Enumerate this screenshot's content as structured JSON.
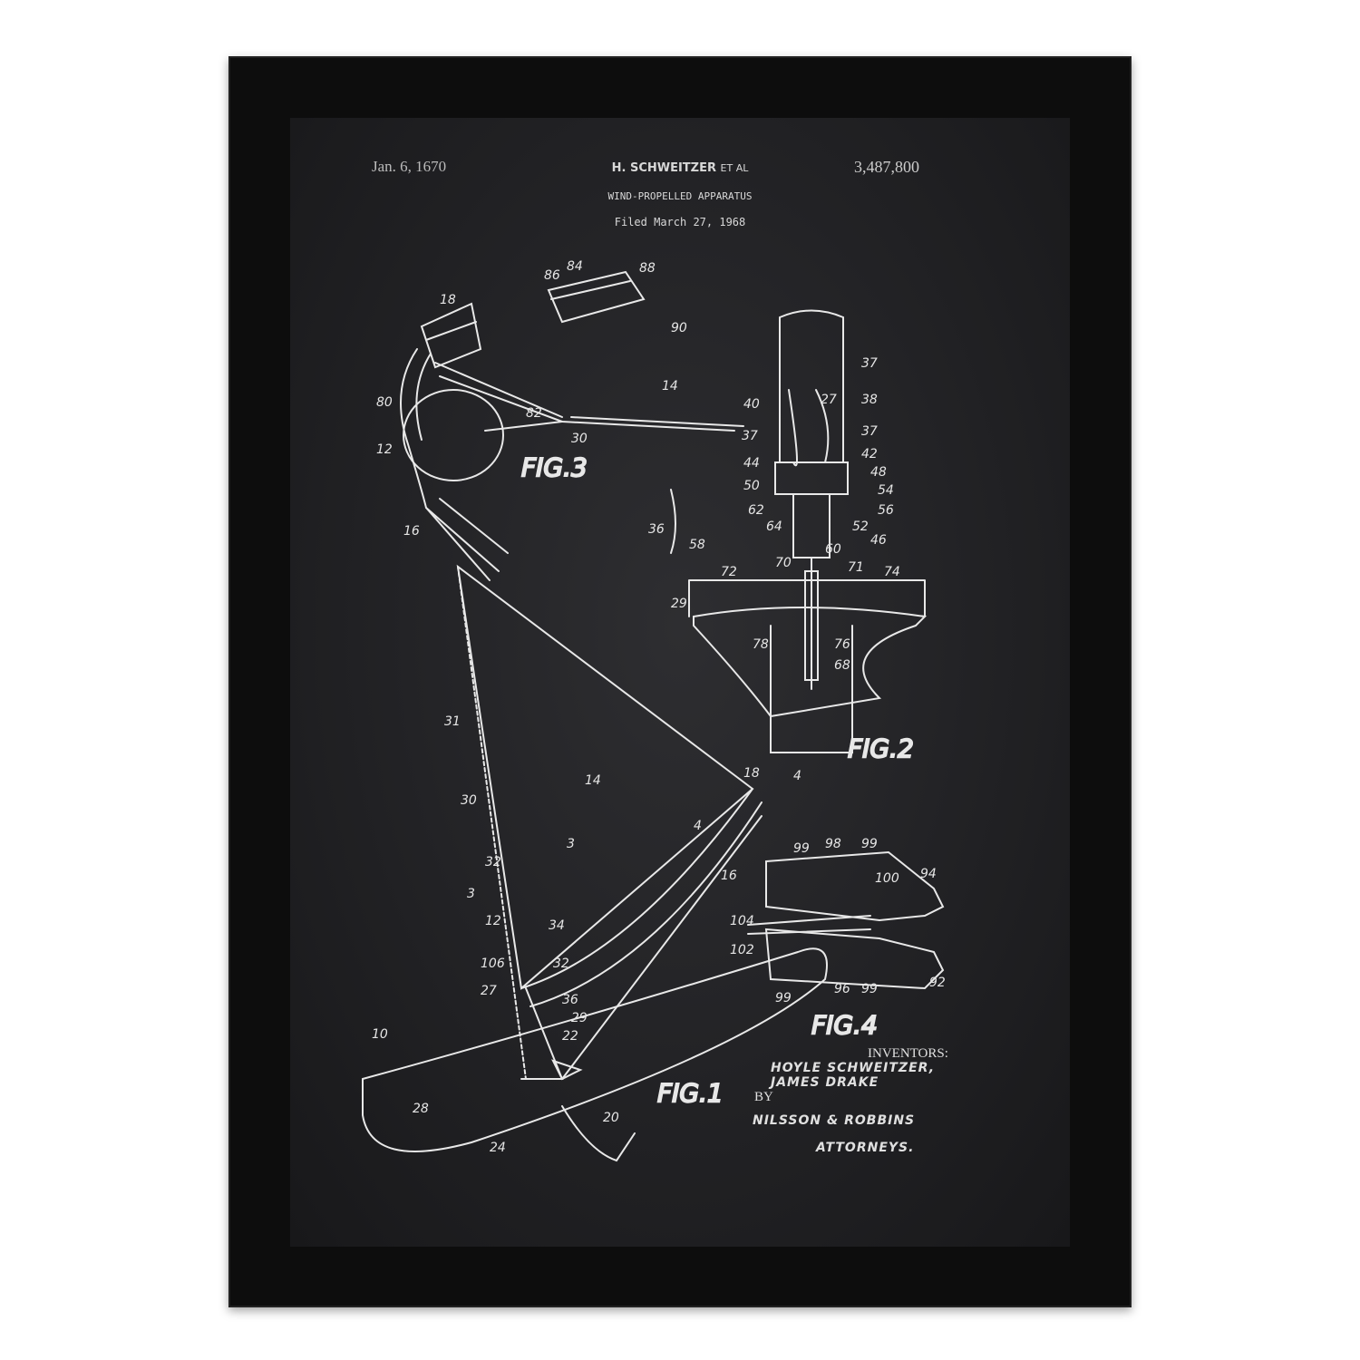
{
  "header": {
    "date": "Jan. 6, 1670",
    "inventor": "H. SCHWEITZER",
    "et_al": "ET AL",
    "patent_number": "3,487,800",
    "title": "WIND-PROPELLED APPARATUS",
    "filed": "Filed March 27, 1968"
  },
  "figures": {
    "fig1": "FIG.1",
    "fig2": "FIG.2",
    "fig3": "FIG.3",
    "fig4": "FIG.4"
  },
  "refs_fig3": [
    "86",
    "84",
    "88",
    "90",
    "18",
    "14",
    "80",
    "82",
    "30",
    "12",
    "16"
  ],
  "refs_fig2": [
    "37",
    "27",
    "38",
    "40",
    "37",
    "37",
    "44",
    "42",
    "48",
    "50",
    "54",
    "56",
    "62",
    "64",
    "52",
    "46",
    "36",
    "58",
    "60",
    "70",
    "71",
    "72",
    "74",
    "29",
    "78",
    "76",
    "68"
  ],
  "refs_fig1": [
    "31",
    "14",
    "30",
    "18",
    "4",
    "4",
    "3",
    "32",
    "3",
    "16",
    "12",
    "34",
    "106",
    "32",
    "27",
    "36",
    "29",
    "22",
    "10",
    "28",
    "20",
    "24"
  ],
  "refs_fig4": [
    "99",
    "98",
    "99",
    "100",
    "94",
    "104",
    "102",
    "96",
    "99",
    "99",
    "92"
  ],
  "signature": {
    "inventors_label": "INVENTORS:",
    "inventor_names_1": "HOYLE SCHWEITZER,",
    "inventor_names_2": "JAMES DRAKE",
    "by": "BY",
    "attorneys_firm": "NILSSON & ROBBINS",
    "attorneys_label": "ATTORNEYS."
  }
}
